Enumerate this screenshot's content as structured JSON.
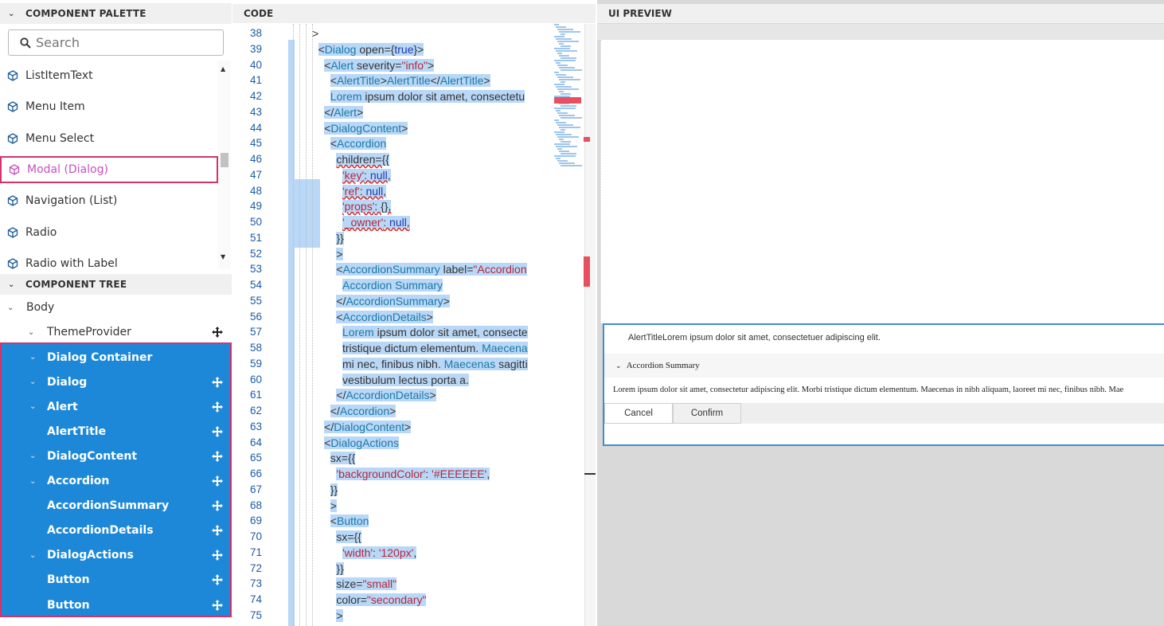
{
  "palette": {
    "header": "COMPONENT PALETTE",
    "search_placeholder": "Search",
    "items": [
      "ListItemText",
      "Menu Item",
      "Menu Select",
      "Modal (Dialog)",
      "Navigation (List)",
      "Radio",
      "Radio with Label"
    ],
    "selected_index": 3
  },
  "tree": {
    "header": "COMPONENT TREE",
    "body": "Body",
    "theme_provider": "ThemeProvider",
    "items": [
      {
        "label": "Dialog Container",
        "expandable": true,
        "movable": false
      },
      {
        "label": "Dialog",
        "expandable": true,
        "movable": true
      },
      {
        "label": "Alert",
        "expandable": true,
        "movable": true
      },
      {
        "label": "AlertTitle",
        "expandable": false,
        "movable": true
      },
      {
        "label": "DialogContent",
        "expandable": true,
        "movable": true
      },
      {
        "label": "Accordion",
        "expandable": true,
        "movable": true
      },
      {
        "label": "AccordionSummary",
        "expandable": false,
        "movable": true
      },
      {
        "label": "AccordionDetails",
        "expandable": false,
        "movable": true
      },
      {
        "label": "DialogActions",
        "expandable": true,
        "movable": true
      },
      {
        "label": "Button",
        "expandable": false,
        "movable": true
      },
      {
        "label": "Button",
        "expandable": false,
        "movable": true
      }
    ]
  },
  "code": {
    "header": "CODE",
    "line_numbers": [
      "38",
      "39",
      "40",
      "41",
      "42",
      "43",
      "44",
      "45",
      "46",
      "47",
      "48",
      "49",
      "50",
      "51",
      "52",
      "53",
      "54",
      "55",
      "56",
      "57",
      "58",
      "59",
      "60",
      "61",
      "62",
      "63",
      "64",
      "65",
      "66",
      "67",
      "68",
      "69",
      "70",
      "71",
      "72",
      "73",
      "74",
      "75"
    ],
    "lines": [
      {
        "indent": 0,
        "tokens": [
          [
            "p",
            ">"
          ]
        ]
      },
      {
        "indent": 1,
        "tokens": [
          [
            "p",
            "<"
          ],
          [
            "t",
            "Dialog"
          ],
          [
            "p",
            " open={"
          ],
          [
            "k",
            "true"
          ],
          [
            "p",
            "}>"
          ]
        ]
      },
      {
        "indent": 2,
        "tokens": [
          [
            "p",
            "<"
          ],
          [
            "t",
            "Alert"
          ],
          [
            "p",
            " severity="
          ],
          [
            "s",
            "\"info\""
          ],
          [
            "p",
            ">"
          ]
        ]
      },
      {
        "indent": 3,
        "tokens": [
          [
            "p",
            "<"
          ],
          [
            "t",
            "AlertTitle"
          ],
          [
            "p",
            ">"
          ],
          [
            "t",
            "AlertTitle"
          ],
          [
            "p",
            "</"
          ],
          [
            "t",
            "AlertTitle"
          ],
          [
            "p",
            ">"
          ]
        ]
      },
      {
        "indent": 3,
        "tokens": [
          [
            "t",
            "Lorem"
          ],
          [
            "p",
            " ipsum dolor sit amet, consectetu"
          ]
        ]
      },
      {
        "indent": 2,
        "tokens": [
          [
            "p",
            "</"
          ],
          [
            "t",
            "Alert"
          ],
          [
            "p",
            ">"
          ]
        ]
      },
      {
        "indent": 2,
        "tokens": [
          [
            "p",
            "<"
          ],
          [
            "t",
            "DialogContent"
          ],
          [
            "p",
            ">"
          ]
        ]
      },
      {
        "indent": 3,
        "tokens": [
          [
            "p",
            "<"
          ],
          [
            "t",
            "Accordion"
          ]
        ]
      },
      {
        "indent": 4,
        "tokens": [
          [
            "q",
            "children={{"
          ]
        ]
      },
      {
        "indent": 5,
        "tokens": [
          [
            "sq",
            "'key'"
          ],
          [
            "q",
            ": "
          ],
          [
            "kq",
            "null"
          ],
          [
            "q",
            ","
          ]
        ]
      },
      {
        "indent": 5,
        "tokens": [
          [
            "sq",
            "'ref'"
          ],
          [
            "q",
            ": "
          ],
          [
            "kq",
            "null"
          ],
          [
            "q",
            ","
          ]
        ]
      },
      {
        "indent": 5,
        "tokens": [
          [
            "sq",
            "'props'"
          ],
          [
            "q",
            ": {},"
          ]
        ]
      },
      {
        "indent": 5,
        "tokens": [
          [
            "sq",
            "'_owner'"
          ],
          [
            "q",
            ": "
          ],
          [
            "kq",
            "null"
          ],
          [
            "q",
            ","
          ]
        ]
      },
      {
        "indent": 4,
        "tokens": [
          [
            "q",
            "}}"
          ]
        ]
      },
      {
        "indent": 4,
        "tokens": [
          [
            "p",
            ">"
          ]
        ]
      },
      {
        "indent": 4,
        "tokens": [
          [
            "p",
            "<"
          ],
          [
            "t",
            "AccordionSummary"
          ],
          [
            "p",
            " label="
          ],
          [
            "s",
            "\"Accordion"
          ]
        ]
      },
      {
        "indent": 5,
        "tokens": [
          [
            "t",
            "Accordion Summary"
          ]
        ]
      },
      {
        "indent": 4,
        "tokens": [
          [
            "p",
            "</"
          ],
          [
            "t",
            "AccordionSummary"
          ],
          [
            "p",
            ">"
          ]
        ]
      },
      {
        "indent": 4,
        "tokens": [
          [
            "p",
            "<"
          ],
          [
            "t",
            "AccordionDetails"
          ],
          [
            "p",
            ">"
          ]
        ]
      },
      {
        "indent": 5,
        "tokens": [
          [
            "t",
            "Lorem"
          ],
          [
            "p",
            " ipsum dolor sit amet, consecte"
          ]
        ]
      },
      {
        "indent": 5,
        "tokens": [
          [
            "p",
            "tristique dictum elementum. "
          ],
          [
            "t",
            "Maecena"
          ]
        ]
      },
      {
        "indent": 5,
        "tokens": [
          [
            "p",
            "mi nec, finibus nibh. "
          ],
          [
            "t",
            "Maecenas"
          ],
          [
            "p",
            " sagitti"
          ]
        ]
      },
      {
        "indent": 5,
        "tokens": [
          [
            "p",
            "vestibulum lectus porta a."
          ]
        ]
      },
      {
        "indent": 4,
        "tokens": [
          [
            "p",
            "</"
          ],
          [
            "t",
            "AccordionDetails"
          ],
          [
            "p",
            ">"
          ]
        ]
      },
      {
        "indent": 3,
        "tokens": [
          [
            "p",
            "</"
          ],
          [
            "t",
            "Accordion"
          ],
          [
            "p",
            ">"
          ]
        ]
      },
      {
        "indent": 2,
        "tokens": [
          [
            "p",
            "</"
          ],
          [
            "t",
            "DialogContent"
          ],
          [
            "p",
            ">"
          ]
        ]
      },
      {
        "indent": 2,
        "tokens": [
          [
            "p",
            "<"
          ],
          [
            "t",
            "DialogActions"
          ]
        ]
      },
      {
        "indent": 3,
        "tokens": [
          [
            "p",
            "sx={{"
          ]
        ]
      },
      {
        "indent": 4,
        "tokens": [
          [
            "s",
            "'backgroundColor'"
          ],
          [
            "p",
            ": "
          ],
          [
            "s",
            "'#EEEEEE'"
          ],
          [
            "p",
            ","
          ]
        ]
      },
      {
        "indent": 3,
        "tokens": [
          [
            "p",
            "}}"
          ]
        ]
      },
      {
        "indent": 3,
        "tokens": [
          [
            "p",
            ">"
          ]
        ]
      },
      {
        "indent": 3,
        "tokens": [
          [
            "p",
            "<"
          ],
          [
            "t",
            "Button"
          ]
        ]
      },
      {
        "indent": 4,
        "tokens": [
          [
            "p",
            "sx={{"
          ]
        ]
      },
      {
        "indent": 5,
        "tokens": [
          [
            "s",
            "'width'"
          ],
          [
            "p",
            ": "
          ],
          [
            "s",
            "'120px'"
          ],
          [
            "p",
            ","
          ]
        ]
      },
      {
        "indent": 4,
        "tokens": [
          [
            "p",
            "}}"
          ]
        ]
      },
      {
        "indent": 4,
        "tokens": [
          [
            "p",
            "size="
          ],
          [
            "s",
            "\"small\""
          ]
        ]
      },
      {
        "indent": 4,
        "tokens": [
          [
            "p",
            "color="
          ],
          [
            "s",
            "\"secondary\""
          ]
        ]
      },
      {
        "indent": 4,
        "tokens": [
          [
            "p",
            ">"
          ]
        ]
      }
    ]
  },
  "preview": {
    "header": "UI PREVIEW",
    "alert_title": "AlertTitle",
    "alert_text": "Lorem ipsum dolor sit amet, consectetuer adipiscing elit.",
    "accordion_summary": "Accordion Summary",
    "accordion_details": "Lorem ipsum dolor sit amet, consectetur adipiscing elit. Morbi tristique dictum elementum. Maecenas in nibh aliquam, laoreet mi nec, finibus nibh. Mae",
    "cancel_label": "Cancel",
    "confirm_label": "Confirm"
  },
  "colors": {
    "selection_blue": "#1e88d8",
    "highlight_border": "#d6326a",
    "selected_text": "#c94fc3",
    "code_selection": "#b9d7f7",
    "tag_color": "#1a7aa8",
    "string_color": "#b3283b"
  }
}
